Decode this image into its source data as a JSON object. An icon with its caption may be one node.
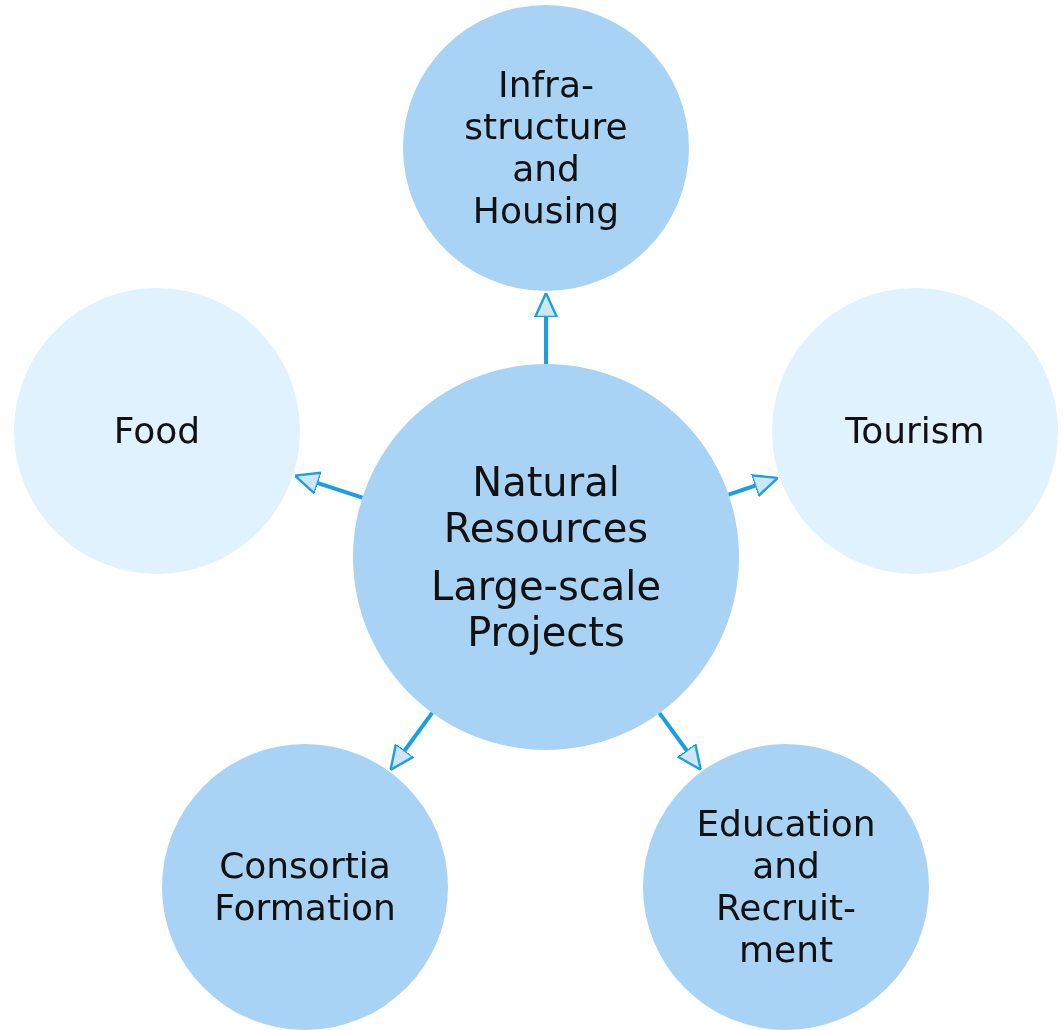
{
  "diagram": {
    "nodes": [
      {
        "text": [
          "Infra- structure and Housing"
        ]
      },
      {
        "text": [
          "Food"
        ]
      },
      {
        "text": [
          "Natural Resources",
          "Large-scale Projects"
        ]
      },
      {
        "text": [
          "Tourism"
        ]
      },
      {
        "text": [
          "Consortia Formation"
        ]
      },
      {
        "text": [
          "Education and Recruit- ment"
        ]
      }
    ],
    "edges": [
      {
        "from": 2,
        "to": 0,
        "arrow": "to"
      },
      {
        "from": 2,
        "to": 1,
        "arrow": "to"
      },
      {
        "from": 2,
        "to": 3,
        "arrow": "to"
      },
      {
        "from": 2,
        "to": 4,
        "arrow": "to"
      },
      {
        "from": 2,
        "to": 5,
        "arrow": "to"
      }
    ]
  }
}
